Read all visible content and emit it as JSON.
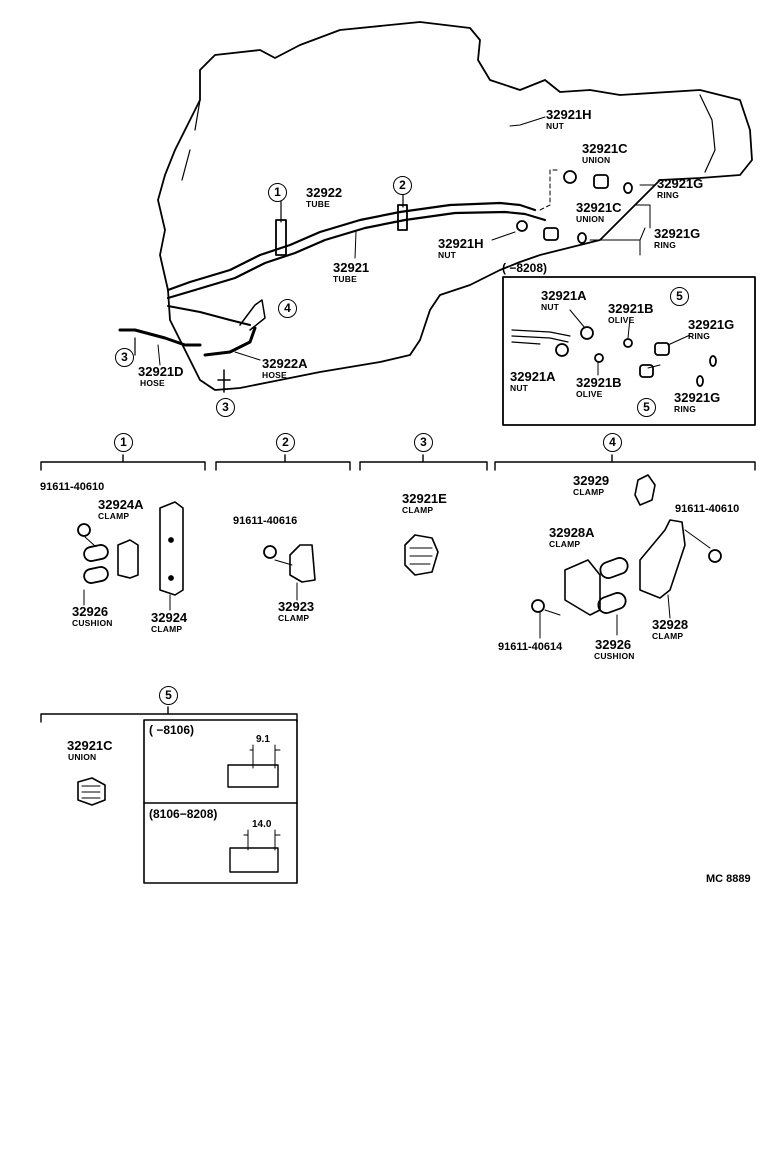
{
  "labels": {
    "p32921H_top": "32921H",
    "nut_top": "NUT",
    "p32921C_top": "32921C",
    "union_top": "UNION",
    "p32921G_top": "32921G",
    "ring_top": "RING",
    "p32921C_mid": "32921C",
    "union_mid": "UNION",
    "p32921G_mid": "32921G",
    "ring_mid": "RING",
    "p32921H_mid": "32921H",
    "nut_mid": "NUT",
    "p32922": "32922",
    "tube_32922": "TUBE",
    "p32921": "32921",
    "tube_32921": "TUBE",
    "p32921D": "32921D",
    "hose_32921D": "HOSE",
    "p32922A": "32922A",
    "hose_32922A": "HOSE",
    "range_8208": "(     −8208)",
    "inset_32921A_top": "32921A",
    "inset_nut_top": "NUT",
    "inset_32921B_top": "32921B",
    "inset_olive_top": "OLIVE",
    "inset_32921G_top": "32921G",
    "inset_ring_top": "RING",
    "inset_32921A_bot": "32921A",
    "inset_nut_bot": "NUT",
    "inset_32921B_bot": "32921B",
    "inset_olive_bot": "OLIVE",
    "inset_32921G_bot": "32921G",
    "inset_ring_bot": "RING",
    "c1_91611": "91611-40610",
    "c1_32924A": "32924A",
    "c1_clamp_a": "CLAMP",
    "c1_32926": "32926",
    "c1_cushion": "CUSHION",
    "c1_32924": "32924",
    "c1_clamp": "CLAMP",
    "c2_91611": "91611-40616",
    "c2_32923": "32923",
    "c2_clamp": "CLAMP",
    "c3_32921E": "32921E",
    "c3_clamp": "CLAMP",
    "c4_32929": "32929",
    "c4_clamp_29": "CLAMP",
    "c4_91611_r": "91611-40610",
    "c4_32928A": "32928A",
    "c4_clamp_28a": "CLAMP",
    "c4_32928": "32928",
    "c4_clamp_28": "CLAMP",
    "c4_91611_b": "91611-40614",
    "c4_32926": "32926",
    "c4_cushion": "CUSHION",
    "c5_32921C": "32921C",
    "c5_union": "UNION",
    "c5_range_a": "(     −8106)",
    "c5_dim_a": "9.1",
    "c5_range_b": "(8106−8208)",
    "c5_dim_b": "14.0",
    "ref_code": "MC 8889"
  },
  "callouts": {
    "one": "1",
    "two": "2",
    "three": "3",
    "four": "4",
    "five": "5"
  }
}
